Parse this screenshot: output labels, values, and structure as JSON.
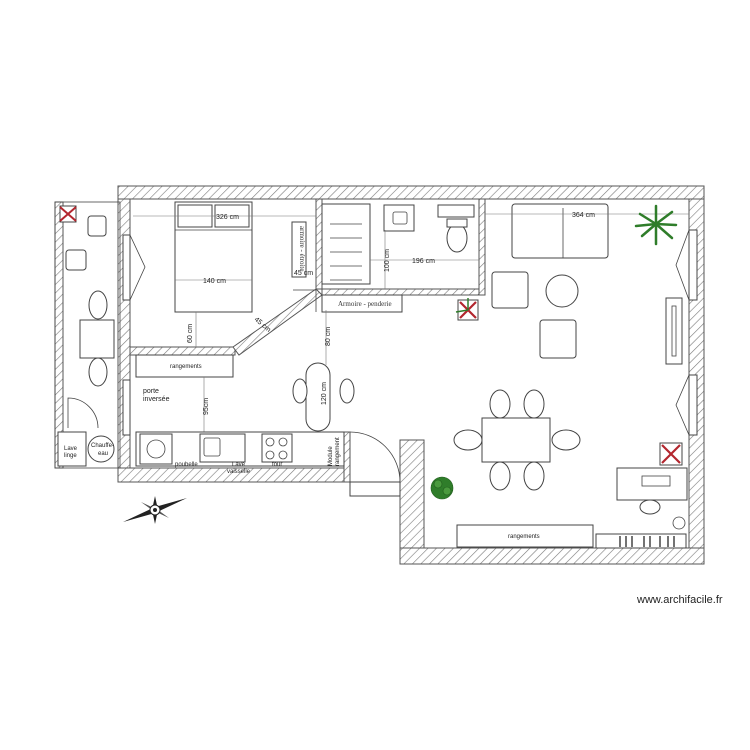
{
  "labels": {
    "dim_326": "326 cm",
    "dim_140": "140 cm",
    "dim_60": "60 cm",
    "dim_45a": "45 cm",
    "dim_45b": "45 cm",
    "dim_100": "100 cm",
    "dim_196": "196 cm",
    "dim_80": "80 cm",
    "dim_120": "120 cm",
    "dim_95": "95cm",
    "dim_364": "364 cm",
    "rangements_1": "rangements",
    "rangements_2": "rangements",
    "porte_l1": "porte",
    "porte_l2": "inversée",
    "lave_linge_l1": "Lave",
    "lave_linge_l2": "linge",
    "chauffe_l1": "Chauffe-",
    "chauffe_l2": "eau",
    "poubelle": "poubelle",
    "lave_vaisselle_l1": "Lave",
    "lave_vaisselle_l2": "vaisselle",
    "four": "four",
    "module_l1": "Module",
    "module_l2": "rangement",
    "armoire_penderie": "Armoire - penderie",
    "armoire_vertical": "armoire - étroite"
  },
  "watermark": "www.archifacile.fr",
  "colors": {
    "wall_hatch": "#7a7a7a",
    "plant_green": "#2f7d2a",
    "plant_red": "#b3262e"
  }
}
